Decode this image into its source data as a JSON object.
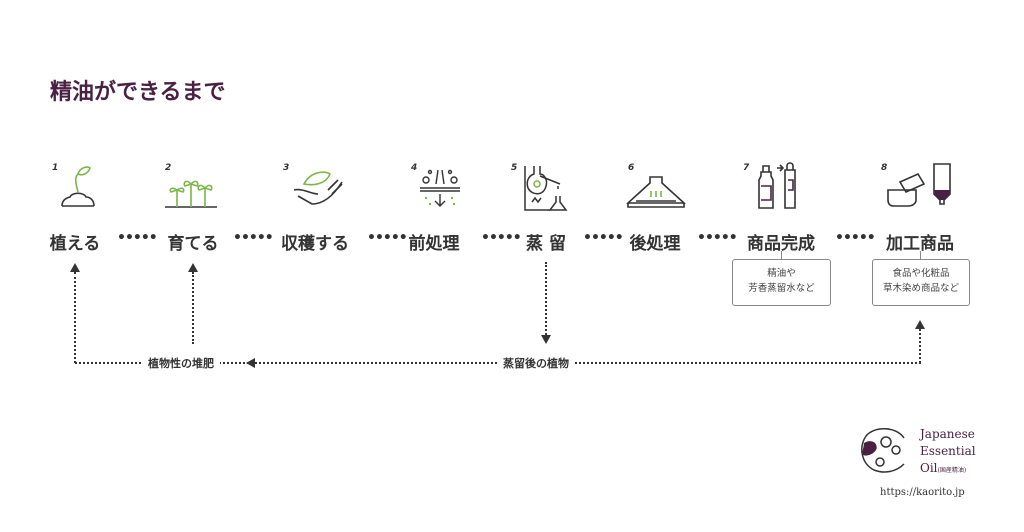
{
  "title": "精油ができるまで",
  "steps": [
    {
      "num": "1",
      "label": "植える"
    },
    {
      "num": "2",
      "label": "育てる"
    },
    {
      "num": "3",
      "label": "収穫する"
    },
    {
      "num": "4",
      "label": "前処理"
    },
    {
      "num": "5",
      "label": "蒸 留"
    },
    {
      "num": "6",
      "label": "後処理"
    },
    {
      "num": "7",
      "label": "商品完成"
    },
    {
      "num": "8",
      "label": "加工商品"
    }
  ],
  "dots": "•••••",
  "notes": {
    "product": [
      "精油や",
      "芳香蒸留水など"
    ],
    "processed": [
      "食品や化粧品",
      "草木染め商品など"
    ]
  },
  "flow": {
    "compost": "植物性の堆肥",
    "residue": "蒸留後の植物"
  },
  "brand": {
    "line1": "Japanese",
    "line2": "Essential",
    "line3": "Oil",
    "line3_sub": "(国産精油)",
    "url": "https://kaorito.jp"
  },
  "colors": {
    "accent": "#4a2142",
    "green": "#7ab648",
    "text": "#333333"
  }
}
